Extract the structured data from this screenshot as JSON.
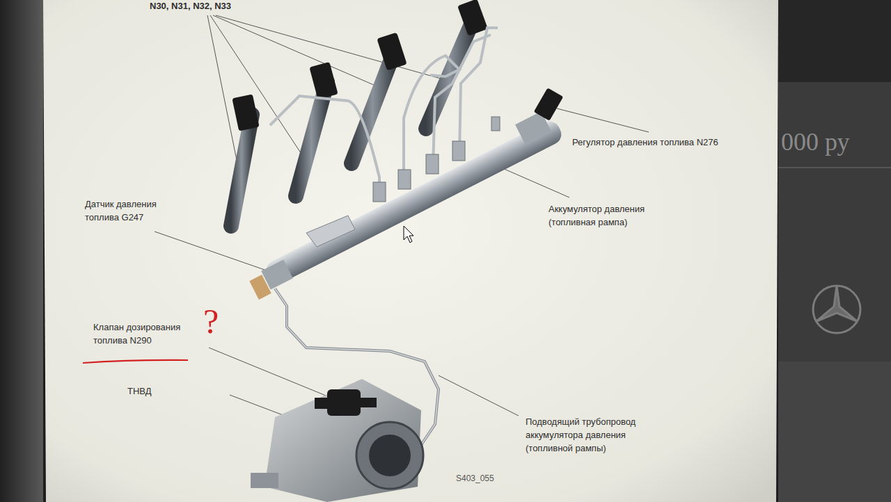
{
  "diagram": {
    "labels": [
      "N30, N31, N32, N33",
      "Регулятор давления топлива N276",
      "Датчик давления топлива G247",
      "Аккумулятор давления (топливная рампа)",
      "Клапан дозирования топлива N290",
      "?",
      "ТНВД",
      "Подводящий трубопровод аккумулятора давления (топливной рампы)",
      "S403_055",
      "000 ру"
    ]
  }
}
